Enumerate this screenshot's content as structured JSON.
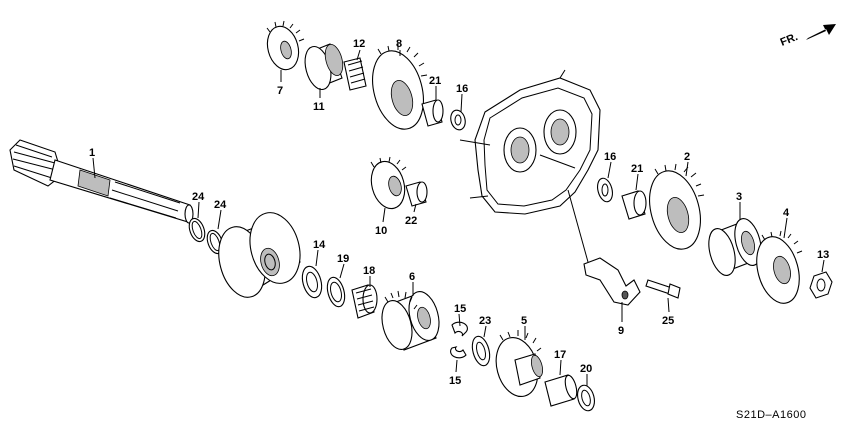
{
  "diagram_code": "S21D–A1600",
  "direction_label": "FR.",
  "callouts": [
    {
      "id": "1",
      "label": "1"
    },
    {
      "id": "2",
      "label": "2"
    },
    {
      "id": "3",
      "label": "3"
    },
    {
      "id": "4",
      "label": "4"
    },
    {
      "id": "5",
      "label": "5"
    },
    {
      "id": "6",
      "label": "6"
    },
    {
      "id": "7",
      "label": "7"
    },
    {
      "id": "8",
      "label": "8"
    },
    {
      "id": "9",
      "label": "9"
    },
    {
      "id": "10",
      "label": "10"
    },
    {
      "id": "11",
      "label": "11"
    },
    {
      "id": "12",
      "label": "12"
    },
    {
      "id": "13",
      "label": "13"
    },
    {
      "id": "14",
      "label": "14"
    },
    {
      "id": "15a",
      "label": "15"
    },
    {
      "id": "15b",
      "label": "15"
    },
    {
      "id": "16a",
      "label": "16"
    },
    {
      "id": "16b",
      "label": "16"
    },
    {
      "id": "17",
      "label": "17"
    },
    {
      "id": "18",
      "label": "18"
    },
    {
      "id": "19",
      "label": "19"
    },
    {
      "id": "20",
      "label": "20"
    },
    {
      "id": "21a",
      "label": "21"
    },
    {
      "id": "21b",
      "label": "21"
    },
    {
      "id": "22",
      "label": "22"
    },
    {
      "id": "23",
      "label": "23"
    },
    {
      "id": "24a",
      "label": "24"
    },
    {
      "id": "24b",
      "label": "24"
    },
    {
      "id": "25",
      "label": "25"
    }
  ]
}
